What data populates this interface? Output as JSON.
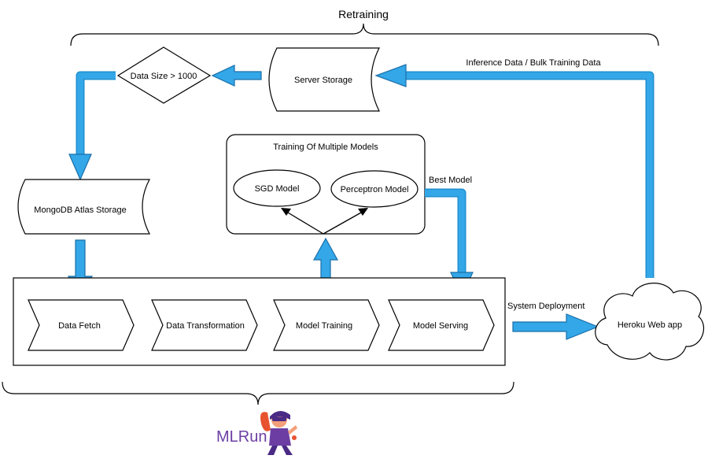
{
  "retraining_label": "Retraining",
  "decision_label": "Data Size > 1000",
  "server_storage_label": "Server Storage",
  "inference_label": "Inference Data /  Bulk Training Data",
  "mongodb_label": "MongoDB Atlas Storage",
  "training_group_title": "Training Of Multiple Models",
  "sgd_label": "SGD Model",
  "perceptron_label": "Perceptron Model",
  "best_model_label": "Best Model",
  "pipeline_steps": [
    "Data Fetch",
    "Data Transformation",
    "Model Training",
    "Model Serving"
  ],
  "deployment_label": "System Deployment",
  "heroku_label": "Heroku Web app",
  "logo_text": "MLRun",
  "colors": {
    "arrow_fill": "#33a7e8",
    "arrow_edge": "#1b6fa8",
    "logo": "#6c3ea3"
  }
}
